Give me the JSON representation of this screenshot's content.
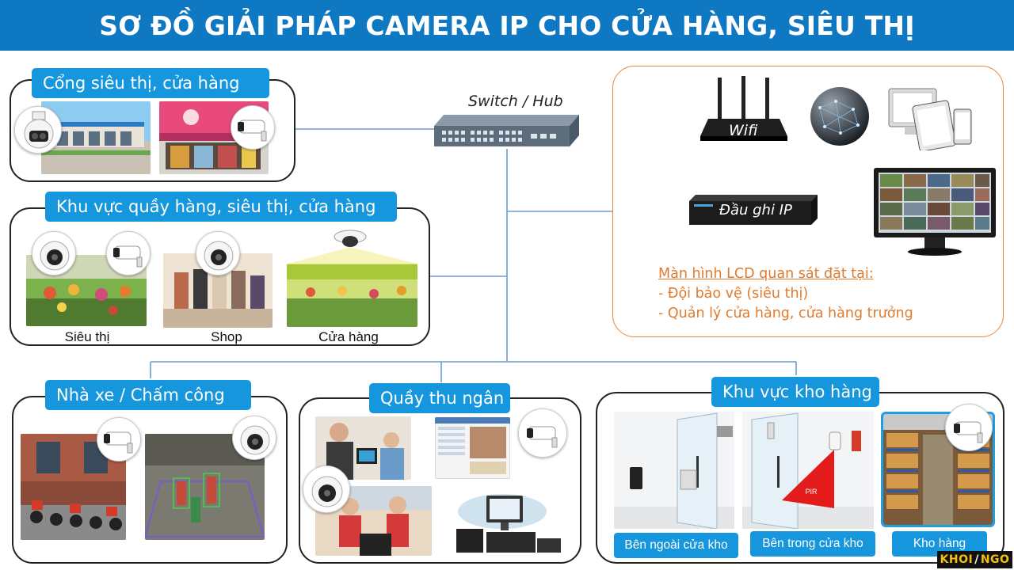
{
  "title": "SƠ ĐỒ GIẢI PHÁP CAMERA IP CHO CỬA HÀNG, SIÊU THỊ",
  "switch_label": "Switch / Hub",
  "wifi_label": "Wifi",
  "nvr_label": "Đầu ghi IP",
  "groups": {
    "gate": {
      "label": "Cổng siêu thị, cửa hàng"
    },
    "counter": {
      "label": "Khu vực quầy hàng, siêu thị, cửa hàng",
      "captions": [
        "Siêu thị",
        "Shop",
        "Cửa hàng"
      ]
    },
    "parking": {
      "label": "Nhà xe / Chấm công"
    },
    "cashier": {
      "label": "Quầy thu ngân"
    },
    "warehouse": {
      "label": "Khu vực kho hàng",
      "captions": [
        "Bên ngoài cửa kho",
        "Bên trong cửa kho",
        "Kho hàng"
      ],
      "pir_label": "PIR"
    }
  },
  "monitor_note": {
    "title": "Màn hình LCD quan sát đặt tại:",
    "items": [
      "- Đội bảo vệ (siêu thị)",
      "- Quản lý cửa hàng, cửa hàng trưởng"
    ]
  },
  "logo": {
    "left": "KHOI",
    "right": "NGO"
  },
  "colors": {
    "banner": "#0e78c2",
    "tag": "#1596dd",
    "line": "#4a86c8",
    "note": "#e07a2c",
    "orange_border": "#e8873a"
  }
}
